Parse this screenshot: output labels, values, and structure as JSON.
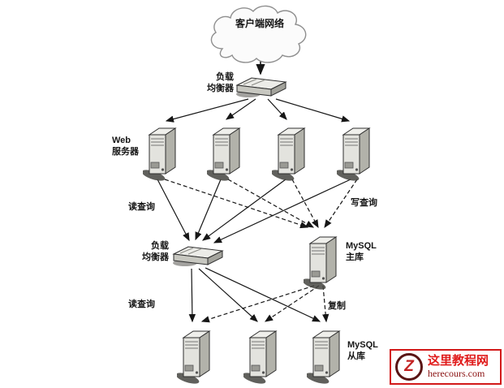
{
  "diagram": {
    "cloud": {
      "label": "客户端网络"
    },
    "load_balancer_top": {
      "line1": "负载",
      "line2": "均衡器"
    },
    "web_servers": {
      "line1": "Web",
      "line2": "服务器"
    },
    "read_query_top": "读查询",
    "write_query": "写查询",
    "load_balancer_bottom": {
      "line1": "负载",
      "line2": "均衡器"
    },
    "mysql_master": {
      "line1": "MySQL",
      "line2": "主库"
    },
    "read_query_bottom": "读查询",
    "replication": "复制",
    "mysql_slaves": {
      "line1": "MySQL",
      "line2": "从库"
    }
  },
  "watermark": {
    "logo_letter": "Z",
    "site_name": "这里教程网",
    "site_url": "herecours.com",
    "accent_color": "#d21919"
  }
}
